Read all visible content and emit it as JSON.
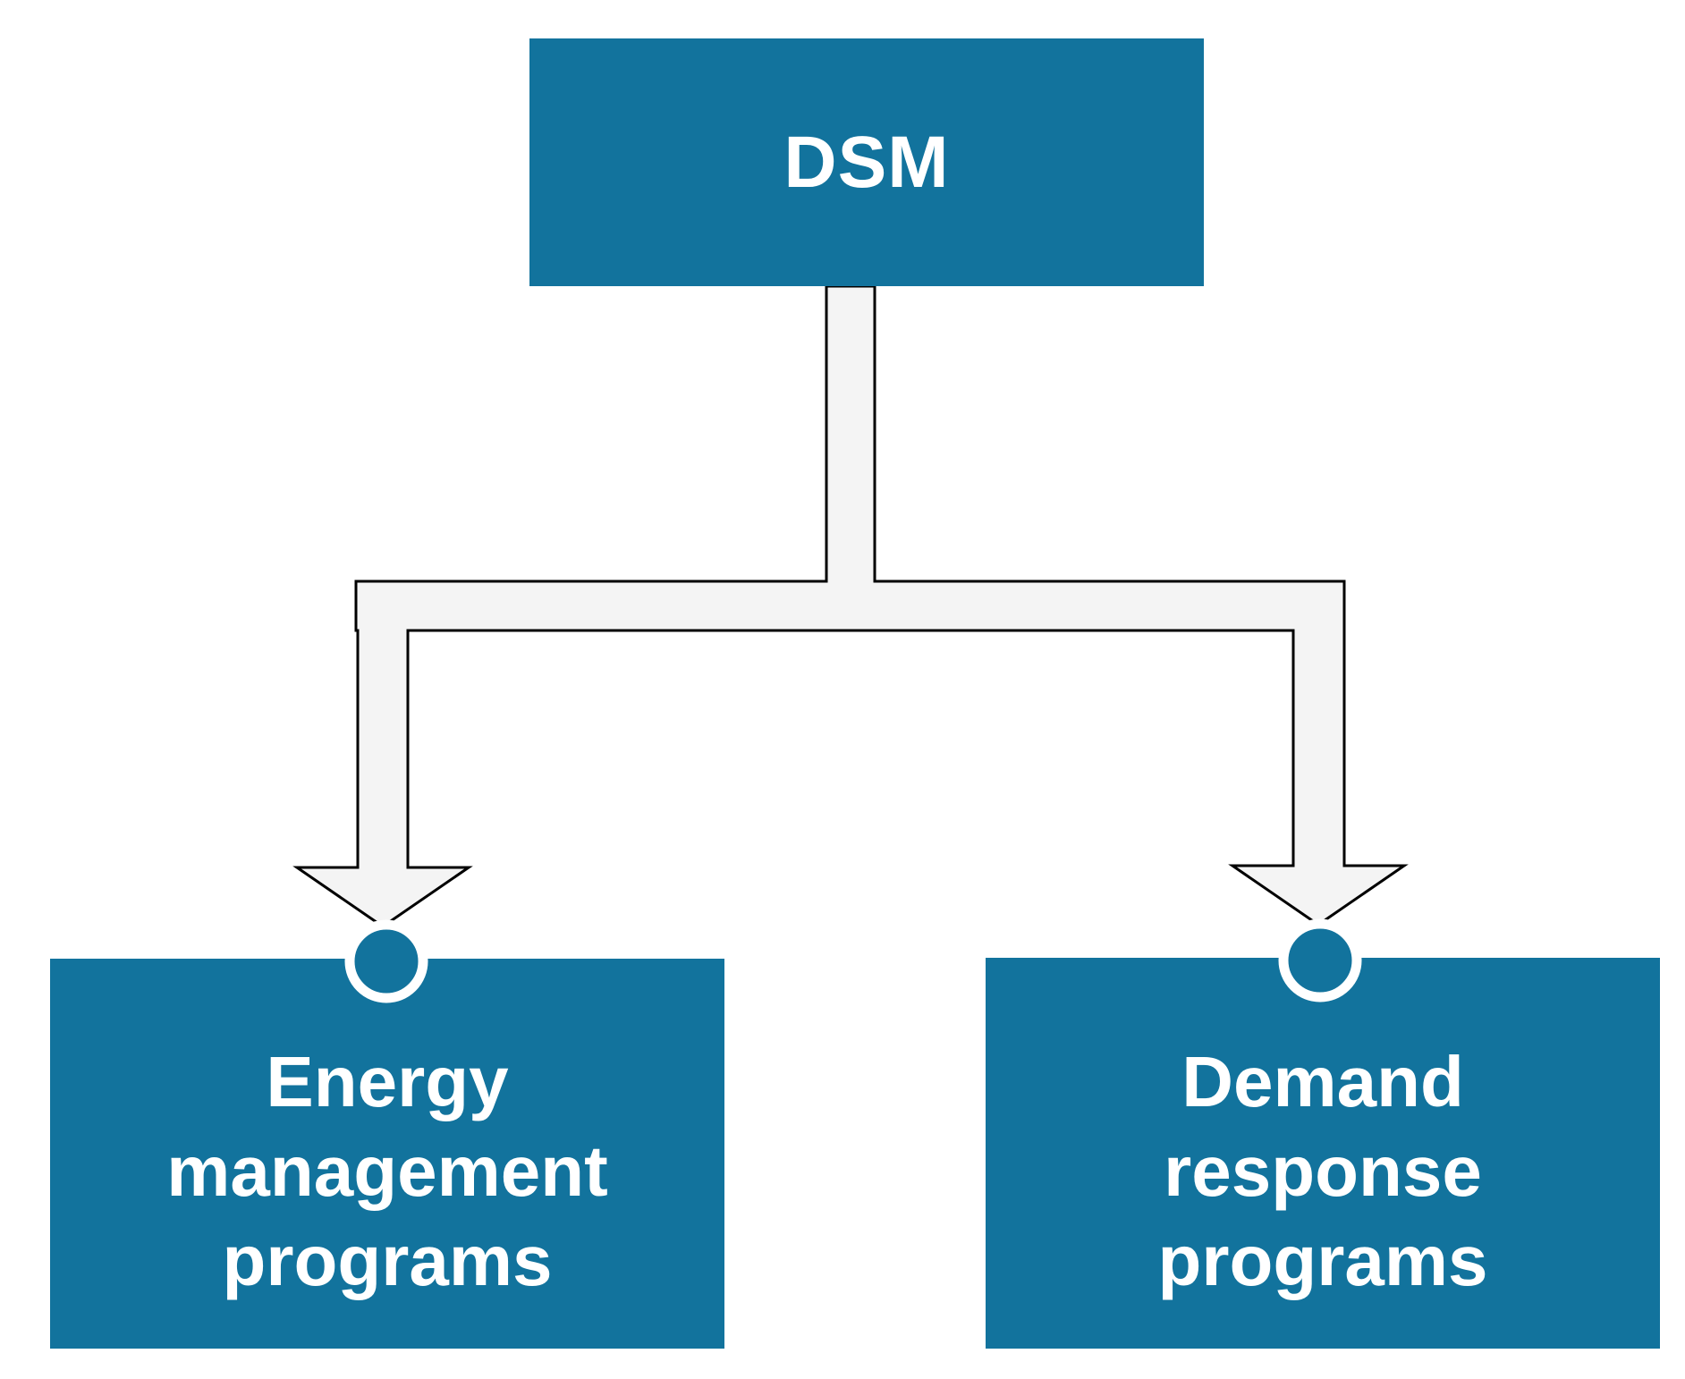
{
  "diagram": {
    "root": {
      "label": "DSM"
    },
    "children": [
      {
        "label": "Energy\nmanagement\nprograms"
      },
      {
        "label": "Demand\nresponse\nprograms"
      }
    ],
    "colors": {
      "box_fill": "#12739d",
      "box_text": "#ffffff",
      "connector_fill": "#f4f4f4",
      "connector_stroke": "#000000"
    }
  }
}
